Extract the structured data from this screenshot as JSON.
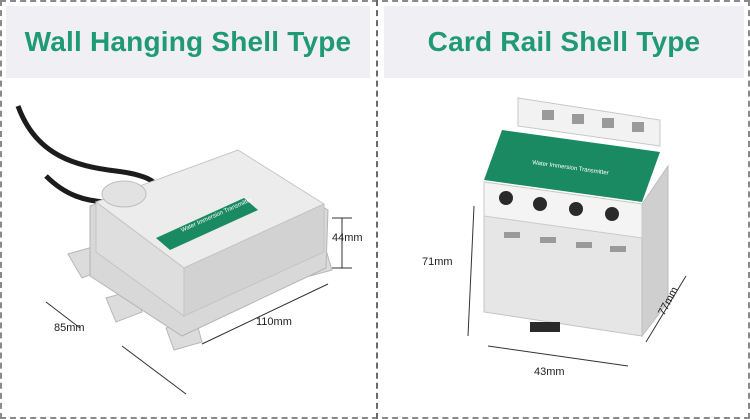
{
  "left_panel": {
    "title": "Wall Hanging Shell Type",
    "label_band": "Water Immersion Transmitter",
    "dimensions": {
      "height": "44mm",
      "width": "110mm",
      "depth": "85mm"
    }
  },
  "right_panel": {
    "title": "Card Rail Shell Type",
    "label_band": "Water Immersion Transmitter",
    "dimensions": {
      "height": "71mm",
      "width": "43mm",
      "depth": "77mm"
    }
  },
  "colors": {
    "title_green": "#1f9a72",
    "header_bg": "#f0eff3",
    "device_gray": "#e6e6e6",
    "label_green": "#1a8a62"
  }
}
